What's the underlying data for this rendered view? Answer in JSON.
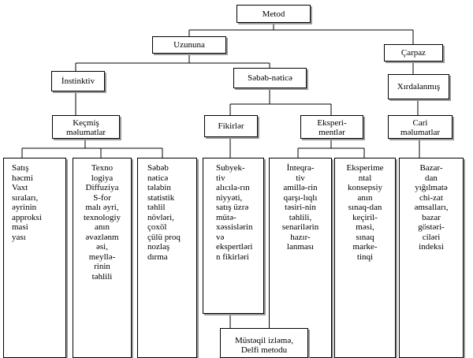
{
  "nodes": {
    "metod": "Metod",
    "uzununa": "Uzununa",
    "carpaz": "Çarpaz",
    "instinktiv": "İnstinktiv",
    "sebeb_netice": "Səbəb-nəticə",
    "xirdalanmis": "Xırdalanmış",
    "kecmis": "Keçmiş\nməlumatlar",
    "fikirler": "Fikirlər",
    "eksperimentler": "Eksperi-\nmentlər",
    "cari": "Cari\nməlumatlar",
    "bottom": "Müstəqil izləmə,\nDelfi metodu"
  },
  "columns": [
    "Satış\nhəcmi\nVaxt\nsıraları,\nəyrinin\napproksi\nmasi\nyası",
    "Texno\nlogiya\nDiffuziya\nS-for\nmalı əyri,\ntexnologiy\nanın\nəvəzlənm\nəsi,\nmeyllə-\nrinin\ntəhlili",
    "Səbəb\nnəticə\ntəlabin\nstatistik\ntəhlil\nnövləri,\nçoxöl\nçülü proq\nnozlaş\ndırma",
    "Subyek-\ntiv\nalıcıla-rın\nniyyəti,\nsatış üzrə\nmütə-\nxəssislərin\nvə\nekspertləri\nn fikirləri",
    "İnteqra-\ntiv\namillə-rin\nqarşı-lıqlı\ntəsiri-nin\ntəhlili,\nsenarilərin\nhazır-\nlanması",
    "Eksperime\nntal\nkonsepsiy\nanın\nsınaq-dan\nkeçiril-\nməsi,\nsınaq\nmarke-\ntinqi",
    "Bazar-\ndan\nyığılmatə\nchi-zat\nəmsalları,\nbazar\ngöstəri-\nciləri\nindeksi"
  ]
}
